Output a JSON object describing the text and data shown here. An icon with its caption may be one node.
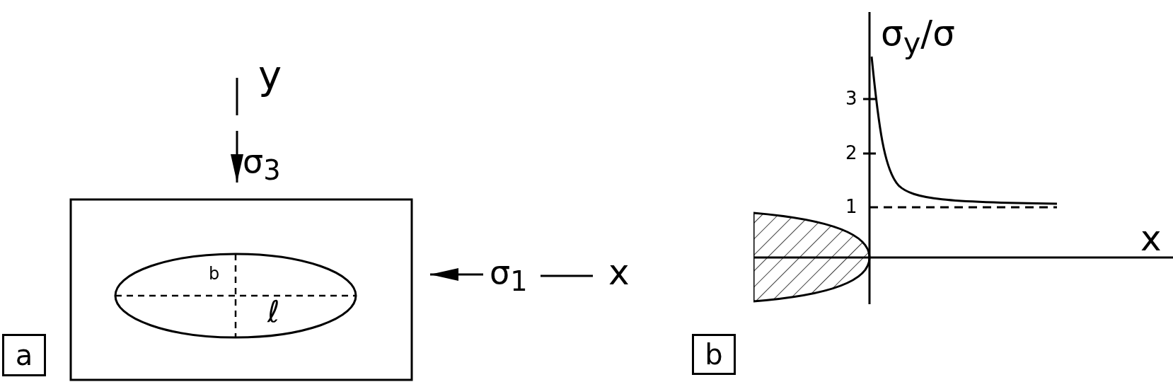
{
  "diagram": {
    "nodes": [
      {
        "text": [
          "a"
        ]
      },
      {
        "text": [
          "b"
        ]
      }
    ],
    "labels": [
      "y",
      "σ$_{3}$",
      "σ$_{y}$/σ",
      "3",
      "2",
      "1",
      "x",
      "σ$_{1}$",
      "x",
      "b",
      "ℓ"
    ]
  }
}
